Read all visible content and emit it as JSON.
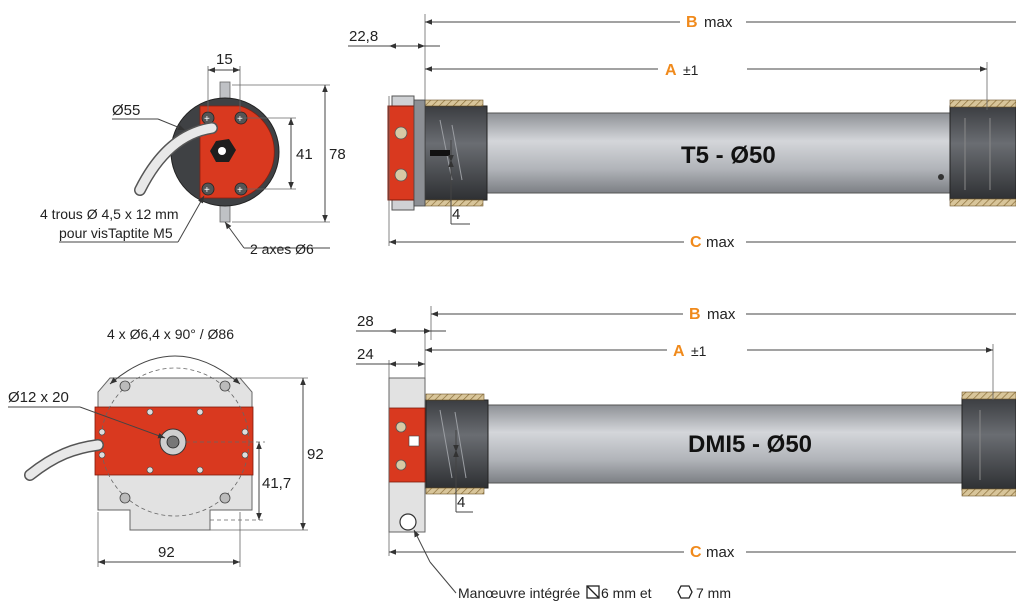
{
  "colors": {
    "accent_red": "#d9391f",
    "letter_orange": "#f08a1c",
    "tube_gray": "#b5b8bd",
    "head_dark": "#4a4c50",
    "hatch_brown": "#b89a60",
    "bracket_gray": "#e2e2e2"
  },
  "icons": [
    "square-crossed-icon",
    "hexagon-icon"
  ],
  "top_end_view": {
    "dim_15": "15",
    "dim_diameter": "Ø55",
    "dim_41": "41",
    "dim_78": "78",
    "holes_line1": "4 trous Ø 4,5 x 12 mm",
    "holes_line2": "pour visTaptite M5",
    "axes_label": "2 axes Ø6"
  },
  "top_motor": {
    "dim_22_8": "22,8",
    "b_letter": "B",
    "b_suffix": "max",
    "a_letter": "A",
    "a_suffix": "±1",
    "c_letter": "C",
    "c_suffix": "max",
    "dim_4": "4",
    "title": "T5 - Ø50"
  },
  "bottom_end_view": {
    "holes_label": "4 x Ø6,4 x 90° / Ø86",
    "shaft_label": "Ø12 x 20",
    "dim_92_v": "92",
    "dim_41_7": "41,7",
    "dim_92_h": "92"
  },
  "bottom_motor": {
    "dim_28": "28",
    "dim_24": "24",
    "b_letter": "B",
    "b_suffix": "max",
    "a_letter": "A",
    "a_suffix": "±1",
    "c_letter": "C",
    "c_suffix": "max",
    "dim_4": "4",
    "title": "DMI5 - Ø50",
    "manoeuvre_part1": "Manœuvre intégrée",
    "manoeuvre_part2": "6 mm et",
    "manoeuvre_part3": "7 mm"
  }
}
